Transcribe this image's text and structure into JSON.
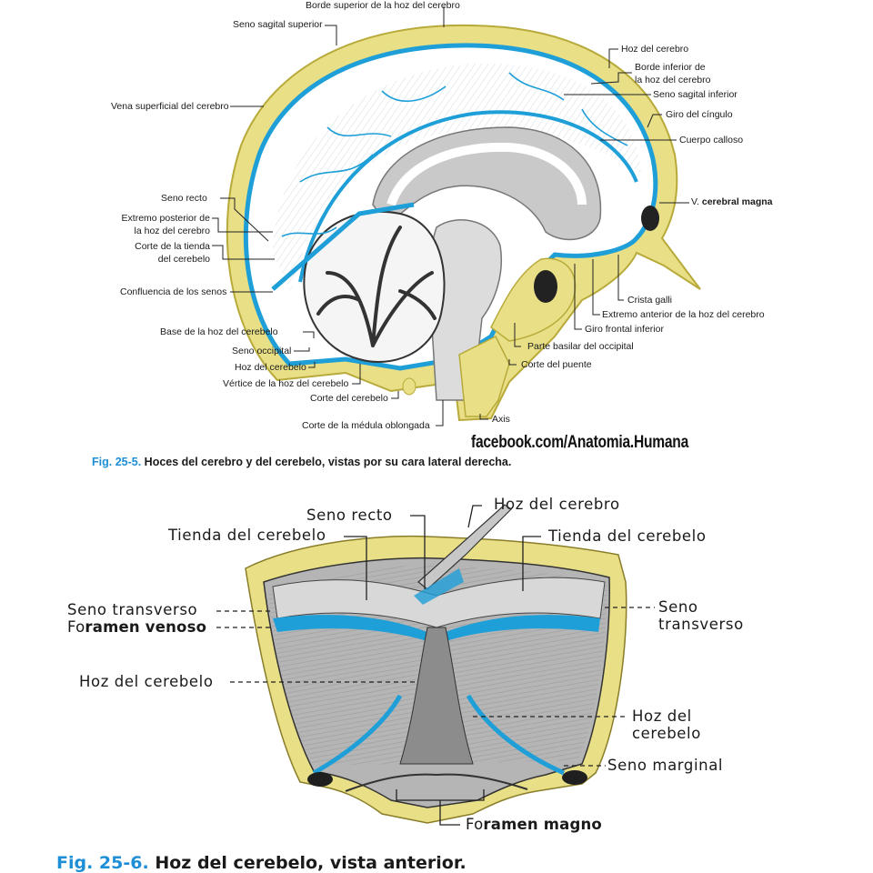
{
  "figure1": {
    "labels": {
      "borde_superior": "Borde superior de la hoz del cerebro",
      "seno_sagital_superior": "Seno sagital superior",
      "vena_superficial": "Vena superficial del cerebro",
      "seno_recto": "Seno recto",
      "extremo_posterior_1": "Extremo posterior de",
      "extremo_posterior_2": "la hoz del cerebro",
      "corte_tienda_1": "Corte de la tienda",
      "corte_tienda_2": "del cerebelo",
      "confluencia": "Confluencia de los senos",
      "base_hoz": "Base de la hoz del cerebelo",
      "seno_occipital": "Seno occipital",
      "hoz_cerebelo": "Hoz del cerebelo",
      "vertice": "Vértice de la hoz del cerebelo",
      "corte_cerebelo": "Corte del cerebelo",
      "corte_medula": "Corte de la médula oblongada",
      "hoz_cerebro": "Hoz del cerebro",
      "borde_inferior_1": "Borde inferior de",
      "borde_inferior_2": "la hoz del cerebro",
      "seno_sagital_inferior": "Seno sagital inferior",
      "giro_cingulo": "Giro del cíngulo",
      "cuerpo_calloso": "Cuerpo calloso",
      "v_cerebral_prefix": "V. ",
      "v_cerebral_bold": "cerebral magna",
      "crista_galli": "Crista galli",
      "extremo_anterior": "Extremo anterior de la hoz del cerebro",
      "giro_frontal": "Giro frontal inferior",
      "parte_basilar": "Parte basilar del occipital",
      "corte_puente": "Corte del puente",
      "axis": "Axis"
    },
    "watermark": "facebook.com/Anatomia.Humana",
    "caption_num": "Fig. 25-5.",
    "caption_text": " Hoces del cerebro y del cerebelo, vistas por su cara lateral derecha."
  },
  "figure2": {
    "labels": {
      "seno_recto": "Seno recto",
      "hoz_cerebro": "Hoz del cerebro",
      "tienda_left": "Tienda del cerebelo",
      "tienda_right": "Tienda del cerebelo",
      "seno_transverso_left": "Seno transverso",
      "foramen_venoso_pre": "Fo",
      "foramen_venoso_bold": "ramen venoso",
      "hoz_cerebelo_left": "Hoz del cerebelo",
      "seno_transverso_right_1": "Seno",
      "seno_transverso_right_2": "transverso",
      "hoz_cerebelo_right_1": "Hoz del",
      "hoz_cerebelo_right_2": "cerebelo",
      "seno_marginal": "Seno marginal",
      "foramen_magno_pre": "Fo",
      "foramen_magno_bold": "ramen magno"
    },
    "caption_num": "Fig. 25-6.",
    "caption_text": " Hoz del cerebelo, vista anterior."
  },
  "colors": {
    "bone": "#e8df86",
    "bone_edge": "#b8aa3a",
    "sinus_blue": "#1f9fd8",
    "dura_gray": "#9a9a9a",
    "accent_caption": "#1e8fd6"
  }
}
